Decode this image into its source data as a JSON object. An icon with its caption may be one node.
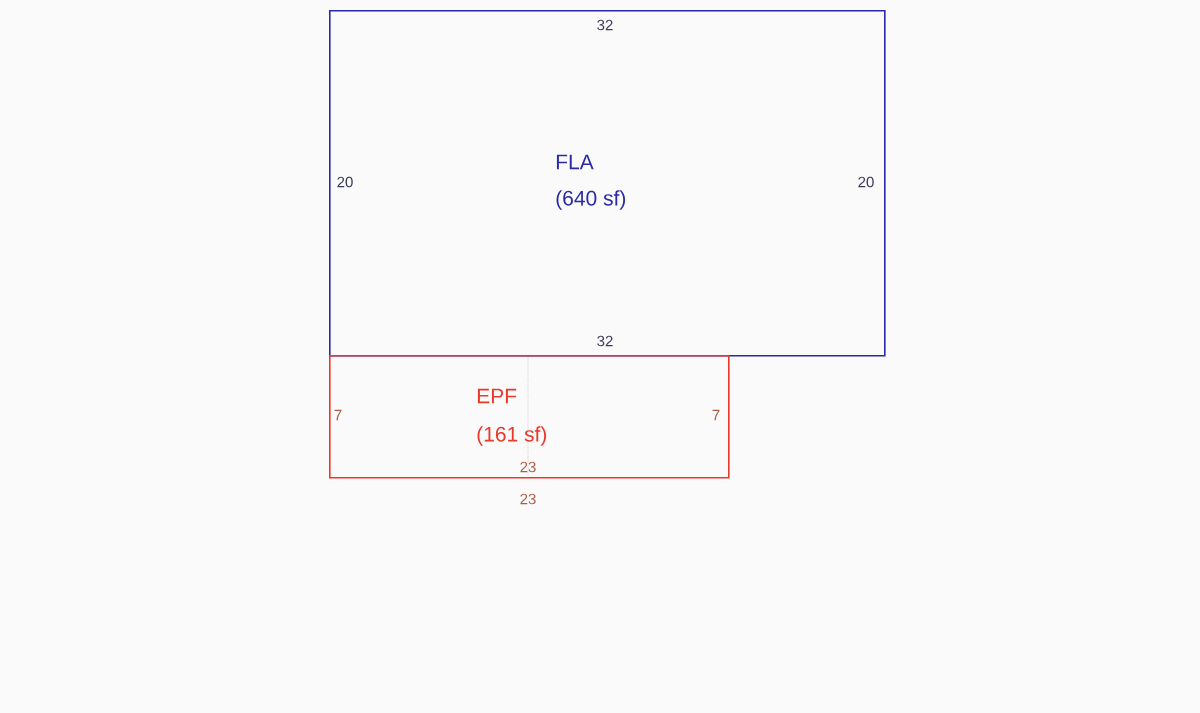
{
  "diagram": {
    "nodes": [
      {
        "text": [
          "FLA",
          "(640 sf)"
        ]
      },
      {
        "text": [
          "EPF",
          "(161 sf)"
        ]
      }
    ],
    "labels": [
      "32",
      "20",
      "20",
      "32",
      "7",
      "7",
      "23",
      "23"
    ]
  }
}
